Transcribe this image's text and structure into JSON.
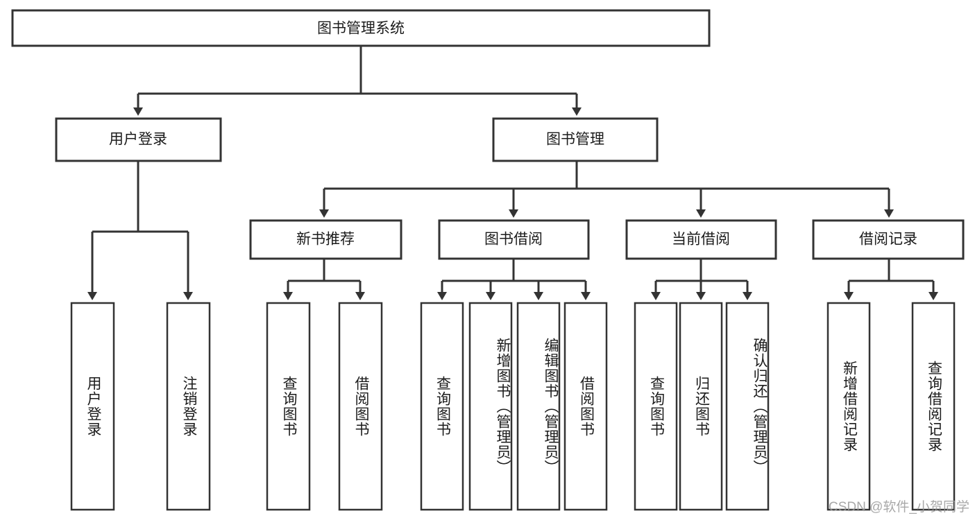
{
  "diagram": {
    "title": "图书管理系统",
    "type": "tree-hierarchy",
    "root": {
      "id": "root",
      "label": "图书管理系统",
      "orientation": "horizontal"
    },
    "level2": [
      {
        "id": "user-login",
        "label": "用户登录",
        "orientation": "horizontal"
      },
      {
        "id": "book-management",
        "label": "图书管理",
        "orientation": "horizontal"
      }
    ],
    "level3": [
      {
        "id": "new-book-recommend",
        "label": "新书推荐",
        "orientation": "horizontal"
      },
      {
        "id": "book-borrow",
        "label": "图书借阅",
        "orientation": "horizontal"
      },
      {
        "id": "current-borrow",
        "label": "当前借阅",
        "orientation": "horizontal"
      },
      {
        "id": "borrow-record",
        "label": "借阅记录",
        "orientation": "horizontal"
      }
    ],
    "leaves": [
      {
        "id": "leaf-user-login",
        "label": "用户登录",
        "parent": "user-login",
        "orientation": "vertical"
      },
      {
        "id": "leaf-logout",
        "label": "注销登录",
        "parent": "user-login",
        "orientation": "vertical"
      },
      {
        "id": "leaf-query-book-1",
        "label": "查询图书",
        "parent": "new-book-recommend",
        "orientation": "vertical"
      },
      {
        "id": "leaf-borrow-book-1",
        "label": "借阅图书",
        "parent": "new-book-recommend",
        "orientation": "vertical"
      },
      {
        "id": "leaf-query-book-2",
        "label": "查询图书",
        "parent": "book-borrow",
        "orientation": "vertical"
      },
      {
        "id": "leaf-add-book",
        "label": "新增图书（管理员）",
        "parent": "book-borrow",
        "orientation": "vertical"
      },
      {
        "id": "leaf-edit-book",
        "label": "编辑图书（管理员）",
        "parent": "book-borrow",
        "orientation": "vertical"
      },
      {
        "id": "leaf-borrow-book-2",
        "label": "借阅图书",
        "parent": "book-borrow",
        "orientation": "vertical"
      },
      {
        "id": "leaf-query-book-3",
        "label": "查询图书",
        "parent": "current-borrow",
        "orientation": "vertical"
      },
      {
        "id": "leaf-return-book",
        "label": "归还图书",
        "parent": "current-borrow",
        "orientation": "vertical"
      },
      {
        "id": "leaf-confirm-return",
        "label": "确认归还（管理员）",
        "parent": "current-borrow",
        "orientation": "vertical"
      },
      {
        "id": "leaf-add-record",
        "label": "新增借阅记录",
        "parent": "borrow-record",
        "orientation": "vertical"
      },
      {
        "id": "leaf-query-record",
        "label": "查询借阅记录",
        "parent": "borrow-record",
        "orientation": "vertical"
      }
    ],
    "colors": {
      "stroke": "#333333",
      "fill": "#ffffff",
      "text": "#1b1b1b",
      "watermark": "#9a9a9a"
    }
  },
  "watermark": {
    "text": "CSDN @软件_小贺同学"
  }
}
